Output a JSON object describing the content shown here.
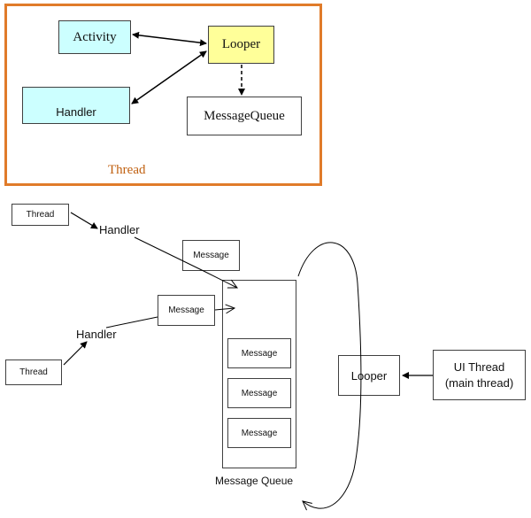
{
  "colors": {
    "thread_border": "#e07b2a",
    "thread_label": "#c06010",
    "activity_fill": "#ccffff",
    "handler_fill": "#ccffff",
    "looper_fill": "#ffff99",
    "line": "#000000"
  },
  "top_diagram": {
    "activity": "Activity",
    "looper": "Looper",
    "handler": "Handler",
    "message_queue": "MessageQueue",
    "thread_label": "Thread"
  },
  "bottom_diagram": {
    "thread_top": "Thread",
    "handler_top": "Handler",
    "message_top": "Message",
    "message_mid": "Message",
    "handler_bottom": "Handler",
    "thread_bottom": "Thread",
    "queue_messages": [
      "Message",
      "Message",
      "Message"
    ],
    "message_queue_label": "Message Queue",
    "looper": "Looper",
    "ui_thread_line1": "UI Thread",
    "ui_thread_line2": "(main thread)"
  }
}
